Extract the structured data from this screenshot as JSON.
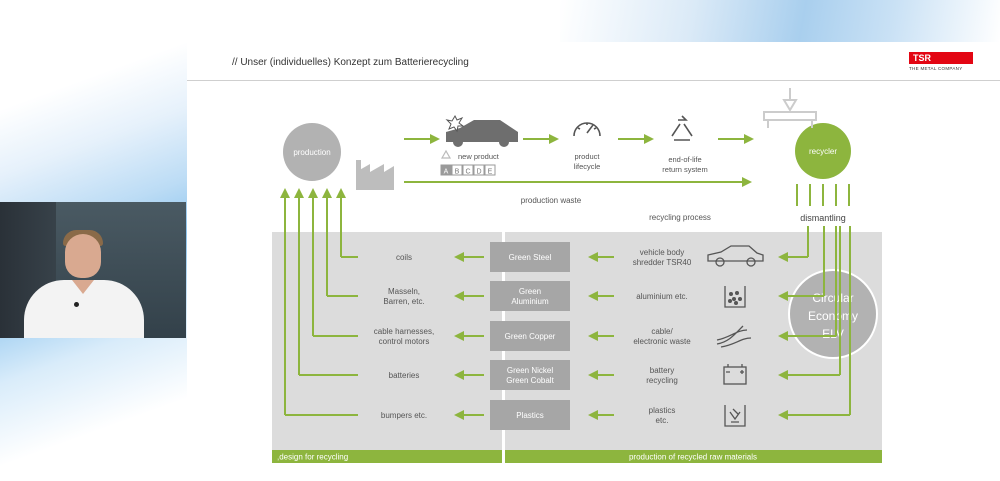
{
  "slide": {
    "title": "// Unser (individuelles) Konzept zum Batterierecycling",
    "logo": {
      "brand": "TSR",
      "subtitle": "THE METAL COMPANY",
      "color": "#e30613"
    }
  },
  "diagram": {
    "nodes": {
      "production": "production",
      "recycler": "recycler",
      "new_product": "new product",
      "product_lifecycle": [
        "product",
        "lifecycle"
      ],
      "end_of_life": [
        "end-of-life",
        "return system"
      ],
      "production_waste": "production waste",
      "recycling_process": "recycling process",
      "dismantling": "dismantling",
      "circular": [
        "Circular",
        "Economy",
        "ELV"
      ],
      "rating_letters": [
        "A",
        "B",
        "C",
        "D",
        "E"
      ]
    },
    "rows": [
      {
        "output": [
          "coils"
        ],
        "material": [
          "Green Steel"
        ],
        "source": [
          "vehicle body",
          "shredder TSR40"
        ],
        "icon": "car-body-icon"
      },
      {
        "output": [
          "Masseln,",
          "Barren, etc."
        ],
        "material": [
          "Green",
          "Aluminium"
        ],
        "source": [
          "aluminium etc."
        ],
        "icon": "granules-icon"
      },
      {
        "output": [
          "cable harnesses,",
          "control motors"
        ],
        "material": [
          "Green Copper"
        ],
        "source": [
          "cable/",
          "electronic waste"
        ],
        "icon": "cable-icon"
      },
      {
        "output": [
          "batteries"
        ],
        "material": [
          "Green Nickel",
          "Green Cobalt"
        ],
        "source": [
          "battery",
          "recycling"
        ],
        "icon": "battery-icon"
      },
      {
        "output": [
          "bumpers etc."
        ],
        "material": [
          "Plastics"
        ],
        "source": [
          "plastics",
          "etc."
        ],
        "icon": "plastics-icon"
      }
    ],
    "footers": {
      "left": ",design for recycling",
      "right": "production of recycled raw materials"
    },
    "colors": {
      "green": "#8db53e",
      "gray_panel": "#dcdcdc",
      "material_box": "#a6a6a6",
      "circle": "#b2b2b2"
    }
  }
}
